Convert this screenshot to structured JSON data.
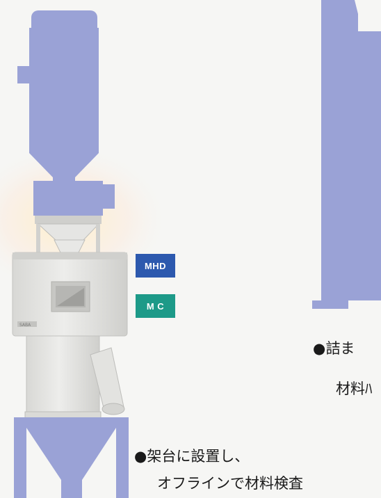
{
  "colors": {
    "background": "#f6f6f4",
    "hopper": "#9aa2d6",
    "equipment_body": "#e2e2df",
    "equipment_shadow": "#b9b9b6",
    "mhd_badge": "#2d59ae",
    "mc_badge": "#1d9a88",
    "glow": "#fff1c6"
  },
  "badges": {
    "mhd": "MHD",
    "mc": "M C"
  },
  "captions": {
    "left_line1": "●架台に設置し、",
    "left_line2": "オフラインで材料検査",
    "right_line1": "●詰ま",
    "right_line2": "材料ﾊ"
  },
  "equipment": {
    "label_plate": "SABA"
  }
}
